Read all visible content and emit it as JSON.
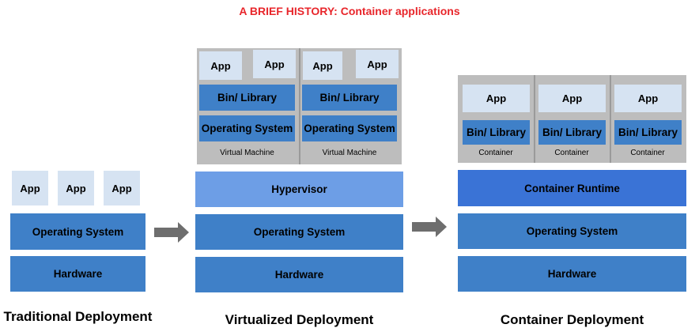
{
  "title": "A BRIEF HISTORY: Container applications",
  "traditional": {
    "apps": [
      "App",
      "App",
      "App"
    ],
    "os": "Operating System",
    "hardware": "Hardware",
    "caption": "Traditional Deployment"
  },
  "virtualized": {
    "vms": [
      {
        "apps": [
          "App",
          "App"
        ],
        "bin": "Bin/ Library",
        "os": "Operating System",
        "label": "Virtual Machine"
      },
      {
        "apps": [
          "App",
          "App"
        ],
        "bin": "Bin/ Library",
        "os": "Operating System",
        "label": "Virtual Machine"
      }
    ],
    "hypervisor": "Hypervisor",
    "os": "Operating System",
    "hardware": "Hardware",
    "caption": "Virtualized Deployment"
  },
  "container": {
    "containers": [
      {
        "app": "App",
        "bin": "Bin/ Library",
        "label": "Container"
      },
      {
        "app": "App",
        "bin": "Bin/ Library",
        "label": "Container"
      },
      {
        "app": "App",
        "bin": "Bin/ Library",
        "label": "Container"
      }
    ],
    "runtime": "Container Runtime",
    "os": "Operating System",
    "hardware": "Hardware",
    "caption": "Container Deployment"
  },
  "colors": {
    "title": "#e8262b",
    "app_box": "#d6e3f2",
    "layer_blue": "#3f80c8",
    "hypervisor": "#6d9ee6",
    "runtime": "#3a73d6",
    "vm_background": "#bdbdbd",
    "arrow": "#6e6e6e"
  }
}
